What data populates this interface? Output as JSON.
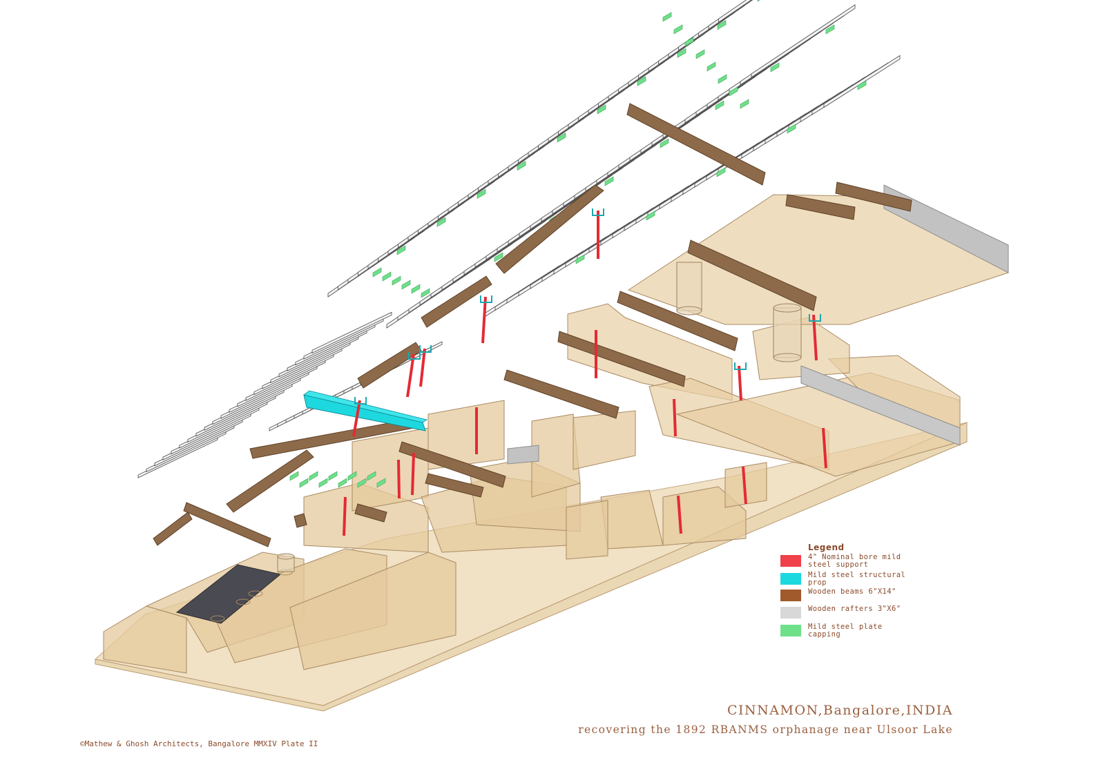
{
  "legend": {
    "title": "Legend",
    "items": [
      {
        "label": "4\" Nominal bore mild steel support",
        "color": "#f0404a"
      },
      {
        "label": "Mild steel structural prop",
        "color": "#1ed8e0"
      },
      {
        "label": "Wooden beams 6\"X14\"",
        "color": "#a05a2c"
      },
      {
        "label": "Wooden rafters 3\"X6\"",
        "color": "#d8d8d8"
      },
      {
        "label": "Mild steel plate capping",
        "color": "#6ee08a"
      }
    ]
  },
  "title": "CINNAMON,Bangalore,INDIA",
  "subtitle": "recovering the 1892 RBANMS orphanage near Ulsoor Lake",
  "credit": "©Mathew & Ghosh Architects, Bangalore MMXIV Plate II",
  "colors": {
    "masonry_fill": "#e8cfa4",
    "masonry_edge": "#b89a70",
    "roof_plate": "#c2c2c2",
    "floor_texture": "#4a4a52"
  }
}
